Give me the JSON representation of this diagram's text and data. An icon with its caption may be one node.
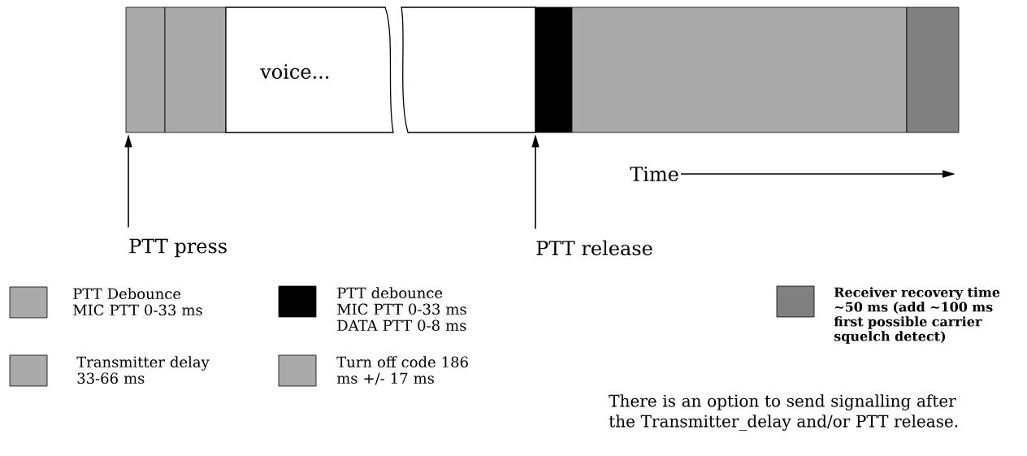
{
  "diagram": {
    "nodes": [
      {
        "text": [],
        "shape": "bar"
      },
      {
        "text": [],
        "shape": "bar"
      },
      {
        "text": [
          "voice..."
        ]
      },
      {
        "text": [],
        "shape": "bar"
      },
      {
        "text": [],
        "shape": "bar"
      },
      {
        "text": [],
        "shape": "bar"
      },
      {
        "text": [],
        "shape": "bar"
      },
      {
        "text": [
          "PTT press"
        ]
      },
      {
        "text": [
          "PTT release"
        ]
      }
    ],
    "edges": [
      {
        "from": 7,
        "to": 0,
        "arrow": "to"
      },
      {
        "from": 8,
        "to": 4,
        "arrow": "to"
      }
    ],
    "labels": [
      "Time",
      "There is an option to send signalling after the Transmitter_delay and/or PTT release."
    ],
    "legend": [
      {
        "text": "PTT Debounce MIC PTT 0-33 ms",
        "color": "#aaaaaa"
      },
      {
        "text": "Transmitter delay 33-66 ms",
        "color": "#aaaaaa"
      },
      {
        "text": "PTT debounce MIC PTT 0-33 ms DATA PTT 0-8 ms",
        "color": "#000000"
      },
      {
        "text": "Turn off code 186 ms +/- 17 ms",
        "color": "#aaaaaa"
      },
      {
        "text": "Receiver recovery time ~50 ms (add ~100 ms first possible carrier squelch detect)",
        "color": "#808080"
      }
    ]
  }
}
